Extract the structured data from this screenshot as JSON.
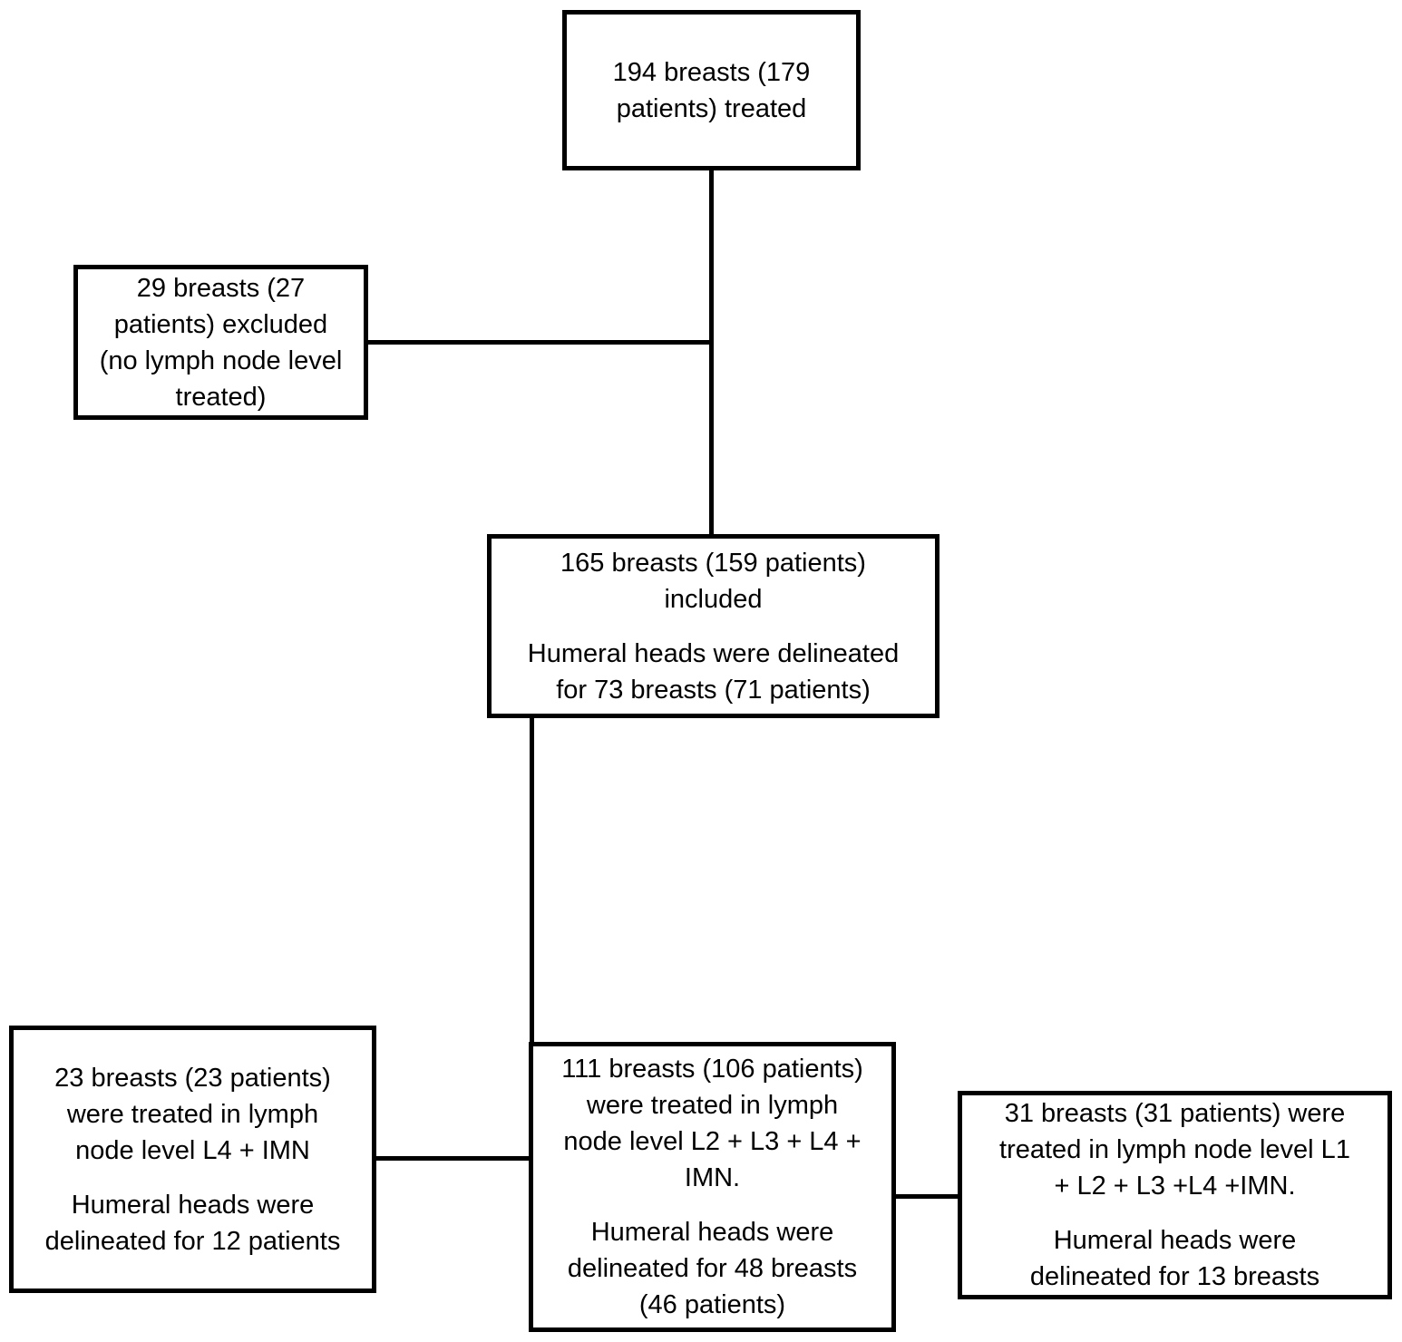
{
  "colors": {
    "background": "#ffffff",
    "line": "#000000",
    "text": "#000000"
  },
  "diagram": {
    "type": "patient-flow-chart",
    "boxes": {
      "treated": {
        "paragraphs": [
          [
            "194 breasts (179",
            "patients) treated"
          ]
        ]
      },
      "excluded": {
        "paragraphs": [
          [
            "29 breasts (27",
            "patients) excluded",
            "(no lymph node level",
            "treated)"
          ]
        ]
      },
      "included": {
        "paragraphs": [
          [
            "165 breasts (159 patients)",
            "included"
          ],
          [
            "Humeral heads were delineated",
            "for 73 breasts (71 patients)"
          ]
        ]
      },
      "l4_imn": {
        "paragraphs": [
          [
            "23 breasts (23 patients)",
            "were treated in lymph",
            "node level L4 + IMN"
          ],
          [
            "Humeral heads were",
            "delineated for 12 patients"
          ]
        ]
      },
      "l2_l3_l4_imn": {
        "paragraphs": [
          [
            "111 breasts (106 patients)",
            "were treated in lymph",
            "node level L2 + L3 + L4 +",
            "IMN."
          ],
          [
            "Humeral heads were",
            "delineated for 48 breasts",
            "(46 patients)"
          ]
        ]
      },
      "l1_l2_l3_l4_imn": {
        "paragraphs": [
          [
            "31 breasts (31 patients) were",
            "treated in lymph node level L1",
            "+ L2 + L3 +L4 +IMN."
          ],
          [
            "Humeral heads were",
            "delineated for 13 breasts"
          ]
        ]
      }
    }
  }
}
